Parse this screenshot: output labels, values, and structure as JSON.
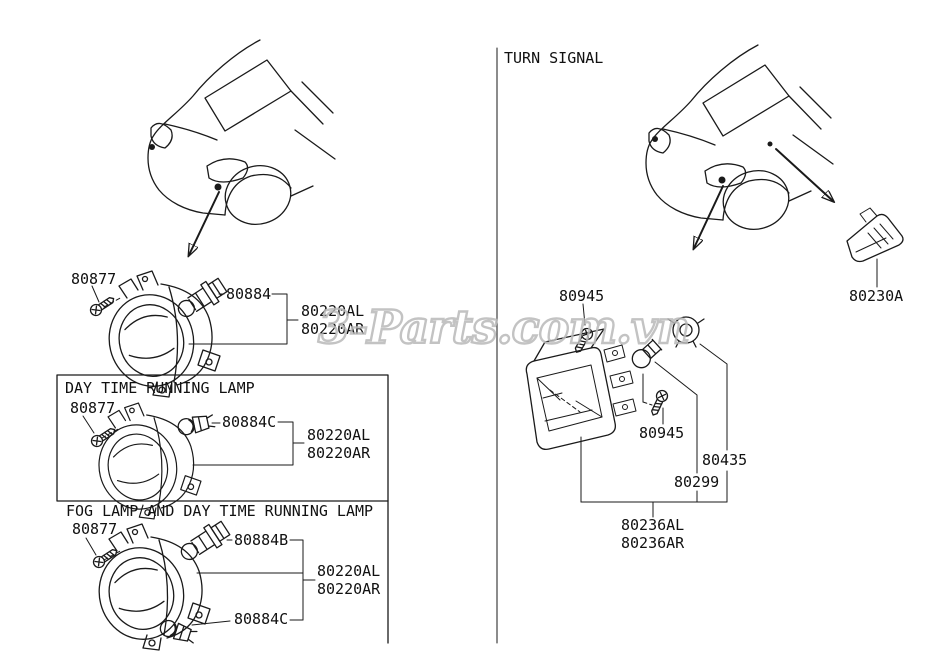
{
  "watermark": "3-Parts.com.vn",
  "fog_lamp_section": {
    "screw": "80877",
    "bulb": "80884",
    "assembly_left": "80220AL",
    "assembly_right": "80220AR"
  },
  "drl_section": {
    "title": "DAY TIME RUNNING LAMP",
    "screw": "80877",
    "bulb": "80884C",
    "assembly_left": "80220AL",
    "assembly_right": "80220AR"
  },
  "fog_drl_section": {
    "title": "FOG LAMP AND DAY TIME RUNNING LAMP",
    "screw": "80877",
    "bulb_top": "80884B",
    "assembly_left": "80220AL",
    "assembly_right": "80220AR",
    "bulb_bottom": "80884C"
  },
  "turn_signal_section": {
    "title": "TURN SIGNAL",
    "side_marker": "80230A",
    "screw_upper": "80945",
    "screw_lower": "80945",
    "socket": "80435",
    "bulb": "80299",
    "assembly_left": "80236AL",
    "assembly_right": "80236AR"
  }
}
